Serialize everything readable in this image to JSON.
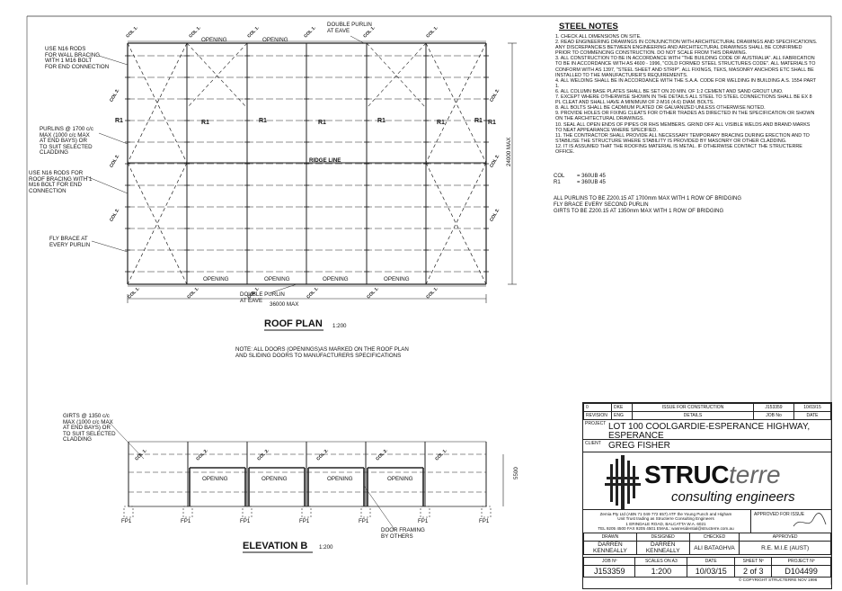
{
  "roof_plan": {
    "col_labels": [
      "COL 1.",
      "COL 1.",
      "COL 1.",
      "COL 1.",
      "COL 1.",
      "COL 1.",
      "COL 2.",
      "COL 2.",
      "COL 2.",
      "COL 2.",
      "COL 2.",
      "COL 2.",
      "COL 1.",
      "COL 1.",
      "COL 1.",
      "COL 1.",
      "COL 1.",
      "COL 1."
    ],
    "r_labels": [
      "R1",
      "R1",
      "R1",
      "R1",
      "R1",
      "R1",
      "R1",
      "R1"
    ],
    "openings_top": [
      "OPENING",
      "OPENING"
    ],
    "openings_bottom": [
      "OPENING",
      "OPENING",
      "OPENING",
      "OPENING"
    ],
    "double_purlin_top": "DOUBLE PURLIN\nAT EAVE",
    "double_purlin_bottom": "DOUBLE PURLIN\nAT EAVE",
    "ridge_line": "RIDGE LINE",
    "dim_width": "36000 MAX",
    "dim_height": "24000 MAX",
    "callout_rods_wall": "USE N16 RODS\nFOR WALL BRACING\nWITH 1 M16 BOLT\nFOR END CONNECTION",
    "callout_purlins": "PURLINS @ 1700 c/c\nMAX (1000 c/c MAX\nAT END BAYS) OR\nTO SUIT SELECTED\nCLADDING",
    "callout_rods_roof": "USE N16 RODS FOR\nROOF BRACING WITH 1\nM16 BOLT FOR END\nCONNECTION",
    "callout_fly": "FLY BRACE AT\nEVERY PURLIN",
    "title": "ROOF PLAN",
    "scale": "1:200",
    "note": "NOTE: ALL DOORS (OPENINGS)AS MARKED ON THE ROOF PLAN\nAND SLIDING DOORS TO MANUFACTURERS SPECIFICATIONS"
  },
  "elevation": {
    "callout_girts": "GIRTS @ 1350 c/c\nMAX (1000 c/c MAX\nAT END BAYS) OR\nTO SUIT SELECTED\nCLADDING",
    "col_labels": [
      "COL 1.",
      "COL 2.",
      "COL 2.",
      "COL 2.",
      "COL 2.",
      "COL 1."
    ],
    "openings": [
      "OPENING",
      "OPENING",
      "OPENING",
      "OPENING"
    ],
    "footings": [
      "FP1",
      "FP1",
      "FP1",
      "FP1",
      "FP1",
      "FP1",
      "FP1"
    ],
    "height_dim": "5500",
    "door_framing": "DOOR FRAMING\nBY OTHERS",
    "title": "ELEVATION B",
    "scale": "1:200"
  },
  "steel_notes": {
    "heading": "STEEL NOTES",
    "items": [
      "1.  CHECK ALL DIMENSIONS ON SITE.",
      "2.  READ ENGINEERING DRAWINGS IN CONJUNCTION WITH ARCHITECTURAL DRAWINGS AND SPECIFICATIONS.  ANY DISCREPANCIES BETWEEN ENGINEERING AND ARCHITECTURAL DRAWINGS SHALL BE CONFIRMED PRIOR TO COMMENCING CONSTRUCTION. DO NOT SCALE FROM THIS DRAWING.",
      "3.  ALL CONSTRUCTION TO BE IN ACCORDANCE WITH \"THE BUILDING CODE OF AUSTRALIA\". ALL FABRICATION TO BE IN ACCORDANCE WITH AS 4600 - 1996, \"COLD FORMED STEEL STRUCTURES CODE\". ALL MATERIALS TO CONFORM WITH AS 1397, \"STEEL SHEET AND STRIP\". ALL FIXINGS, TEKS, MASONRY ANCHORS ETC SHALL BE INSTALLED TO THE MANUFACTURER'S REQUIREMENTS.",
      "4.  ALL WELDING SHALL BE IN ACCORDANCE WITH THE S.A.A. CODE FOR WELDING IN BUILDING A.S. 1554 PART 1.",
      "6.  ALL COLUMN BASE PLATES SHALL BE SET ON 20 MIN. OF 1:2 CEMENT AND SAND GROUT UNO.",
      "7.  EXCEPT WHERE OTHERWISE SHOWN IN THE DETAILS ALL STEEL TO STEEL CONNECTIONS SHALL BE EX 8 PL CLEAT AND SHALL HAVE A MINIMUM OF 2-M16 (4.6) DIAM. BOLTS.",
      "8.  ALL BOLTS SHALL BE CADMIUM PLATED OR GALVANIZED UNLESS OTHERWISE NOTED.",
      "9.  PROVIDE HOLES OR FIXING CLEATS FOR OTHER TRADES AS DIRECTED IN THE SPECIFICATION OR SHOWN ON THE ARCHITECTURAL DRAWINGS.",
      "10. SEAL ALL OPEN ENDS OF PIPES OR RHS MEMBERS. GRIND OFF ALL VISIBLE WELDS AND BRAND MARKS TO NEAT APPEARANCE WHERE SPECIFIED.",
      "11. THE CONTRACTOR SHALL PROVIDE ALL NECESSARY TEMPORARY BRACING DURING ERECTION AND TO STABILISE THE STRUCTURE WHERE STABILITY IS PROVIDED BY MASONRY OR OTHER CLADDING.",
      "12. IT IS ASSUMED THAT THE ROOFING MATERIAL IS METAL. IF OTHERWISE CONTACT THE STRUCTERRE OFFICE."
    ],
    "members": [
      {
        "key": "COL",
        "value": "= 360UB 45"
      },
      {
        "key": "R1",
        "value": "= 360UB 45"
      }
    ],
    "purlin_notes": [
      "ALL PURLINS TO BE Z200.15 AT 1700mm MAX WITH 1 ROW OF BRIDGING",
      "FLY BRACE EVERY SECOND PURLIN",
      "GIRTS TO BE Z200.15 AT 1350mm MAX WITH 1 ROW OF BRIDGING"
    ]
  },
  "title_block": {
    "rev_row": {
      "rev": "0",
      "eng": "DKE",
      "details": "ISSUE FOR CONSTRUCTION",
      "job": "J153359",
      "date": "10/03/15"
    },
    "header_row": {
      "rev": "REVISION",
      "eng": "ENG",
      "details": "DETAILS",
      "job": "JOB No",
      "date": "DATE"
    },
    "project_label": "PROJECT",
    "project": "LOT 100 COOLGARDIE-ESPERANCE HIGHWAY,\nESPERANCE",
    "client_label": "CLIENT",
    "client": "GREG FISHER",
    "logo_strong": "STRUC",
    "logo_light": "terre",
    "logo_sub": "consulting engineers",
    "company_lines": [
      "Zemia Pty Ltd (ABN 71 049 772 657) ATF the Young Punch and Higham",
      "Unit Trust trading as Structerre Consulting Engineers",
      "1 ERINDALE ROAD, BALCATTA W.A. 6021",
      "TEL 9205 4500  FAX 9205 4501  EMAIL: wasresidential@structerre.com.au"
    ],
    "approved_label": "APPROVED FOR ISSUE",
    "role_headers": [
      "DRAWN",
      "DESIGNED",
      "CHECKED",
      "APPROVED"
    ],
    "roles": [
      "DARREN\nKENNEALLY",
      "DARREN\nKENNEALLY",
      "ALI BATAGHVA",
      "R.E. M.I.E (AUST)"
    ],
    "bottom_headers": [
      "JOB Nº",
      "SCALES ON A3",
      "DATE",
      "SHEET Nº",
      "PROJECT Nº"
    ],
    "bottom_values": [
      "J153359",
      "1:200",
      "10/03/15",
      "2 of 3",
      "D104499"
    ],
    "copyright": "© COPYRIGHT STRUCTERRE NOV 1996"
  }
}
